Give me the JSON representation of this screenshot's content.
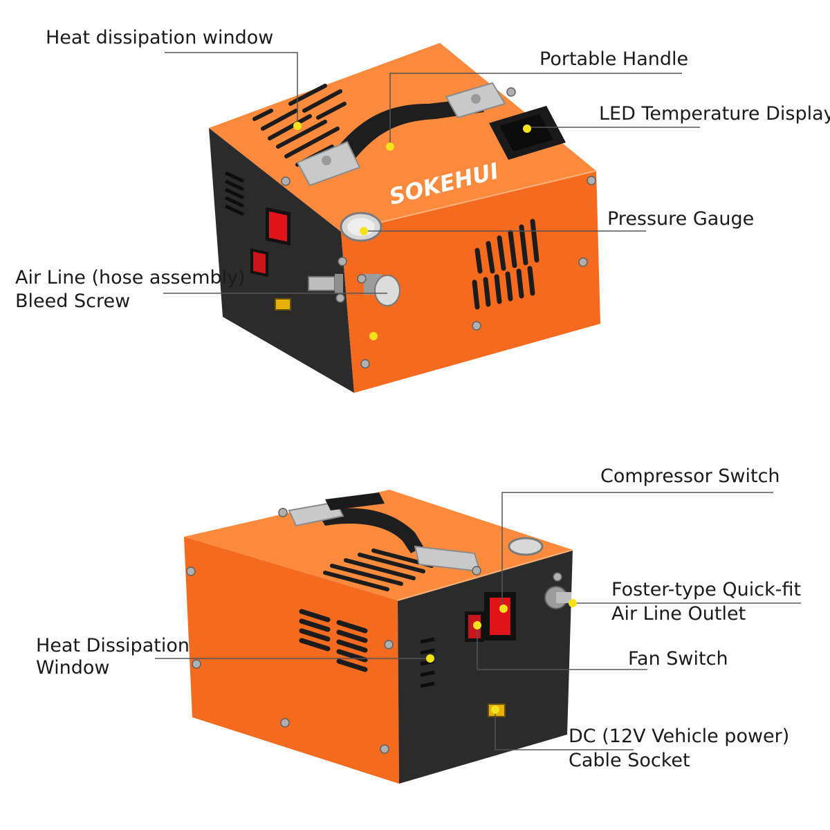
{
  "brand": "SOKEHUI",
  "colors": {
    "orange": "#f46a1f",
    "orange_light": "#fb8a3c",
    "orange_dark": "#d9531a",
    "panel_black": "#2b2b2b",
    "switch_red": "#c8141b",
    "marker_yellow": "#f6e21a",
    "leader_line": "#555555"
  },
  "top_view": {
    "labels": {
      "heat_dissipation_window": "Heat dissipation window",
      "portable_handle": "Portable Handle",
      "led_display": "LED Temperature Display",
      "pressure_gauge": "Pressure Gauge",
      "air_line_1": "Air Line (hose assembly)",
      "air_line_2": "Bleed Screw"
    }
  },
  "bottom_view": {
    "labels": {
      "compressor_switch": "Compressor Switch",
      "foster_1": "Foster-type Quick-fit",
      "foster_2": "Air Line Outlet",
      "heat_window_1": "Heat Dissipation",
      "heat_window_2": "Window",
      "fan_switch": "Fan Switch",
      "dc_1": "DC (12V Vehicle power)",
      "dc_2": "Cable Socket"
    }
  }
}
